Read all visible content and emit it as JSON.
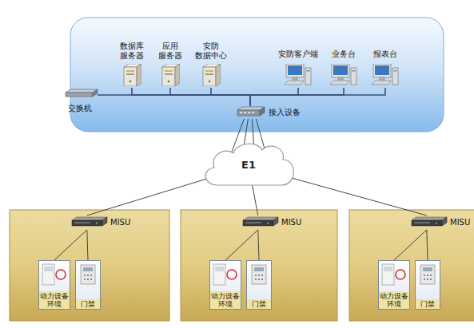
{
  "diagram": {
    "nodes": [
      {
        "text": [
          "交换机"
        ]
      },
      {
        "text": [
          "数据库 服务器"
        ]
      },
      {
        "text": [
          "应用 服务器"
        ]
      },
      {
        "text": [
          "安防 数据中心"
        ]
      },
      {
        "text": [
          "安防客户端"
        ]
      },
      {
        "text": [
          "业务台"
        ]
      },
      {
        "text": [
          "报表台"
        ]
      },
      {
        "text": [
          "接入设备"
        ]
      },
      {
        "text": [
          "E1"
        ]
      },
      {
        "text": [
          "MISU"
        ]
      },
      {
        "text": [
          "动力设备 环境"
        ]
      },
      {
        "text": [
          "门禁"
        ]
      },
      {
        "text": [
          "MISU"
        ]
      },
      {
        "text": [
          "动力设备 环境"
        ]
      },
      {
        "text": [
          "门禁"
        ]
      },
      {
        "text": [
          "MISU"
        ]
      },
      {
        "text": [
          "动力设备 环境"
        ]
      },
      {
        "text": [
          "门禁"
        ]
      }
    ],
    "edges": [
      {
        "from": 7,
        "to": 0,
        "arrow": "none"
      },
      {
        "from": 7,
        "to": 1,
        "arrow": "none"
      },
      {
        "from": 7,
        "to": 2,
        "arrow": "none"
      },
      {
        "from": 7,
        "to": 3,
        "arrow": "none"
      },
      {
        "from": 7,
        "to": 4,
        "arrow": "none"
      },
      {
        "from": 7,
        "to": 5,
        "arrow": "none"
      },
      {
        "from": 7,
        "to": 6,
        "arrow": "none"
      },
      {
        "from": 7,
        "to": 8,
        "arrow": "none"
      },
      {
        "from": 8,
        "to": 9,
        "arrow": "none"
      },
      {
        "from": 9,
        "to": 10,
        "arrow": "none"
      },
      {
        "from": 9,
        "to": 11,
        "arrow": "none"
      },
      {
        "from": 8,
        "to": 12,
        "arrow": "none"
      },
      {
        "from": 12,
        "to": 13,
        "arrow": "none"
      },
      {
        "from": 12,
        "to": 14,
        "arrow": "none"
      },
      {
        "from": 8,
        "to": 15,
        "arrow": "none"
      },
      {
        "from": 15,
        "to": 16,
        "arrow": "none"
      },
      {
        "from": 15,
        "to": 17,
        "arrow": "none"
      }
    ]
  }
}
